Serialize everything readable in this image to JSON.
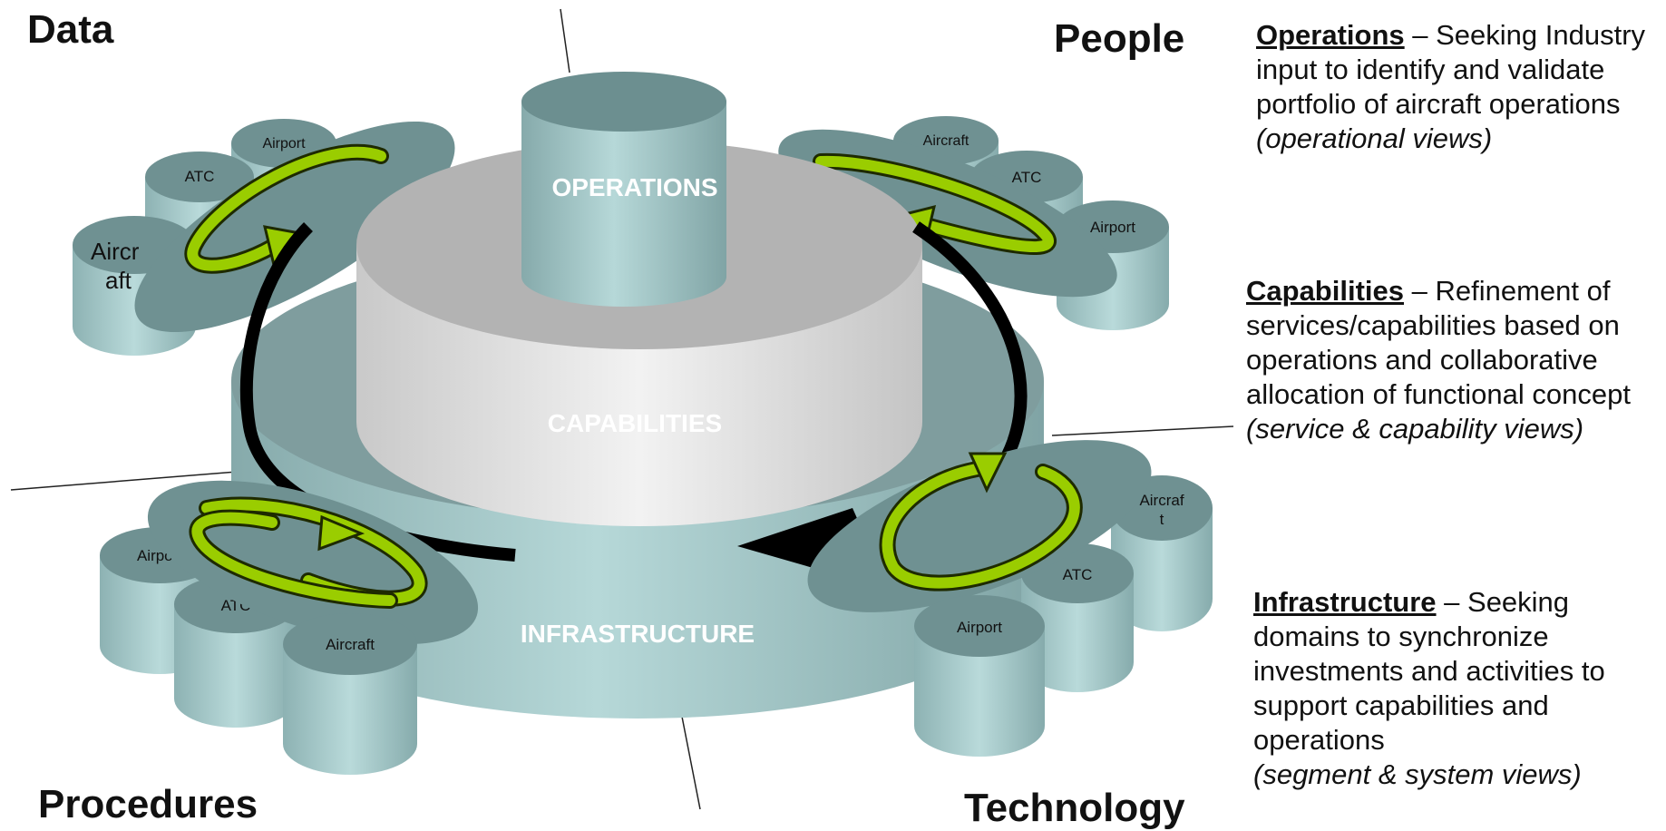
{
  "corners": {
    "data": "Data",
    "people": "People",
    "procedures": "Procedures",
    "technology": "Technology"
  },
  "layers": {
    "operations": "OPERATIONS",
    "capabilities": "CAPABILITIES",
    "infrastructure": "INFRASTRUCTURE"
  },
  "domains": {
    "top_left": [
      "Airport",
      "ATC",
      "Aircr",
      "aft"
    ],
    "top_right": [
      "Aircraft",
      "ATC",
      "Airport"
    ],
    "bottom_left": [
      "Airport",
      "ATC",
      "Aircraft"
    ],
    "bottom_right": [
      "Aircraf",
      "t",
      "ATC",
      "Airport"
    ]
  },
  "descriptions": {
    "operations": {
      "heading": "Operations",
      "text": " – Seeking Industry input to identify and validate portfolio of aircraft operations",
      "view": "(operational views)"
    },
    "capabilities": {
      "heading": "Capabilities",
      "text": " – Refinement of services/capabilities based on operations and collaborative allocation of functional concept",
      "view": "(service & capability views)"
    },
    "infrastructure": {
      "heading": "Infrastructure",
      "text": " – Seeking domains to synchronize investments and activities to support capabilities and operations",
      "view": "(segment & system views)"
    }
  },
  "colors": {
    "teal_light": "#a8cece",
    "teal_mid": "#8fb3b3",
    "teal_dark": "#6c8f90",
    "gray_top": "#b4b4b4",
    "arrow_green": "#9acd00",
    "black": "#000000"
  }
}
